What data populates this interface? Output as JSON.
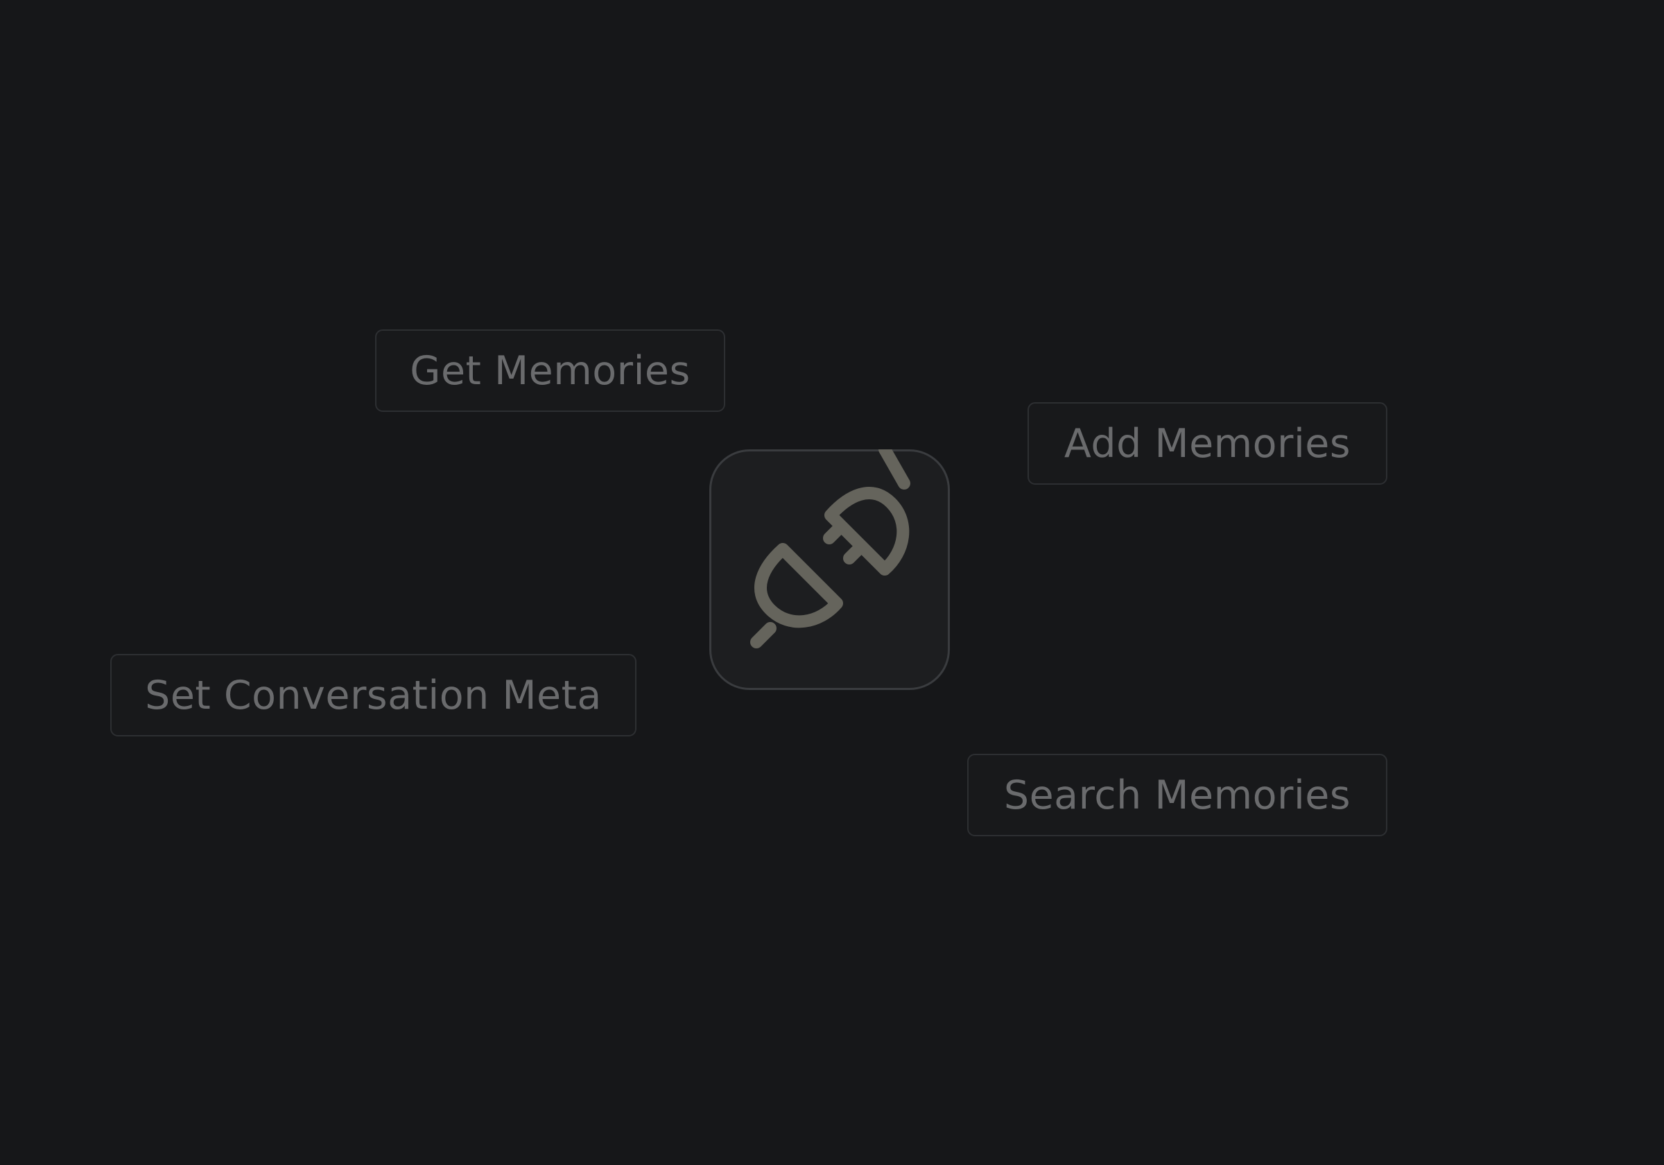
{
  "colors": {
    "background": "#161719",
    "chip_border": "#2d2f32",
    "chip_text": "#6a6b6d",
    "tile_background": "#1d1e20",
    "tile_border": "#3a3c3f",
    "icon_stroke": "#65645c"
  },
  "tools": [
    {
      "label": "Get Memories"
    },
    {
      "label": "Add Memories"
    },
    {
      "label": "Set Conversation Meta"
    },
    {
      "label": "Search Memories"
    }
  ],
  "center_icon": "plug-disconnected-icon"
}
